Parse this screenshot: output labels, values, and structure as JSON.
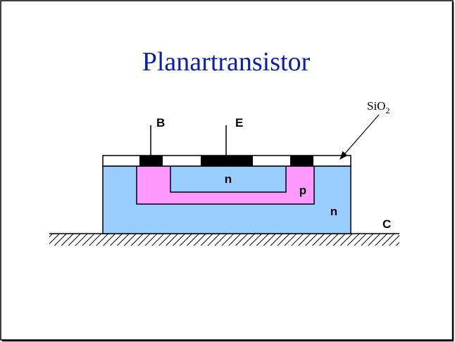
{
  "title": "Planartransistor",
  "labels": {
    "base": "B",
    "emitter": "E",
    "collector": "C",
    "oxide_main": "SiO",
    "oxide_sub": "2",
    "emitter_region": "n",
    "base_region": "p",
    "collector_region": "n"
  },
  "colors": {
    "title": "#0a1fae",
    "n_region": "#99ccff",
    "p_region": "#ff99ff",
    "oxide": "#ffffff",
    "contact": "#000000"
  }
}
